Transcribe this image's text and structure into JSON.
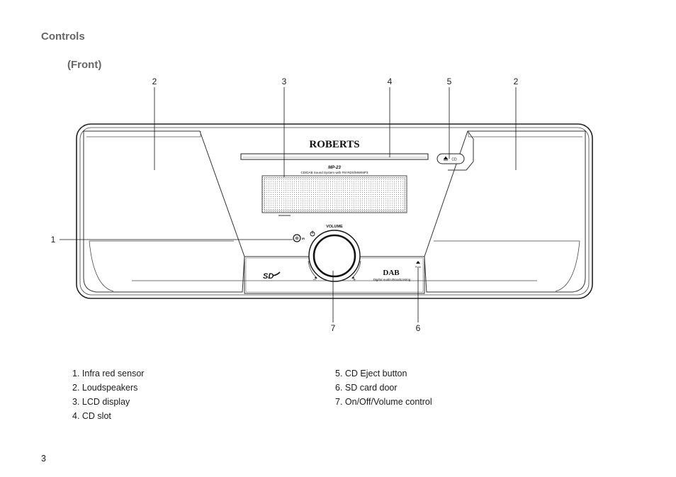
{
  "header": {
    "section_title": "Controls",
    "subtitle": "(Front)"
  },
  "device": {
    "brand": "ROBERTS",
    "model": "MP-23",
    "tagline": "CD/DAB Sound System with FM RDS/MW/MP3",
    "volume_label": "VOLUME",
    "ir_label": "IR",
    "cd_button_label": "CD",
    "minus_label": "–",
    "plus_label": "+",
    "sd_logo": "SD",
    "dab_logo": "DAB",
    "dab_caption": "Digital Audio Broadcasting",
    "push_label": "Push"
  },
  "callouts": {
    "speaker_left": "2",
    "lcd": "3",
    "cd_slot": "4",
    "eject": "5",
    "speaker_right": "2",
    "ir_sensor": "1",
    "volume": "7",
    "sd_door": "6"
  },
  "legend": {
    "left": [
      "1. Infra red sensor",
      "2. Loudspeakers",
      "3. LCD display",
      "4. CD slot"
    ],
    "right": [
      "5. CD Eject button",
      "6. SD card door",
      "7. On/Off/Volume control"
    ]
  },
  "page_number": "3"
}
